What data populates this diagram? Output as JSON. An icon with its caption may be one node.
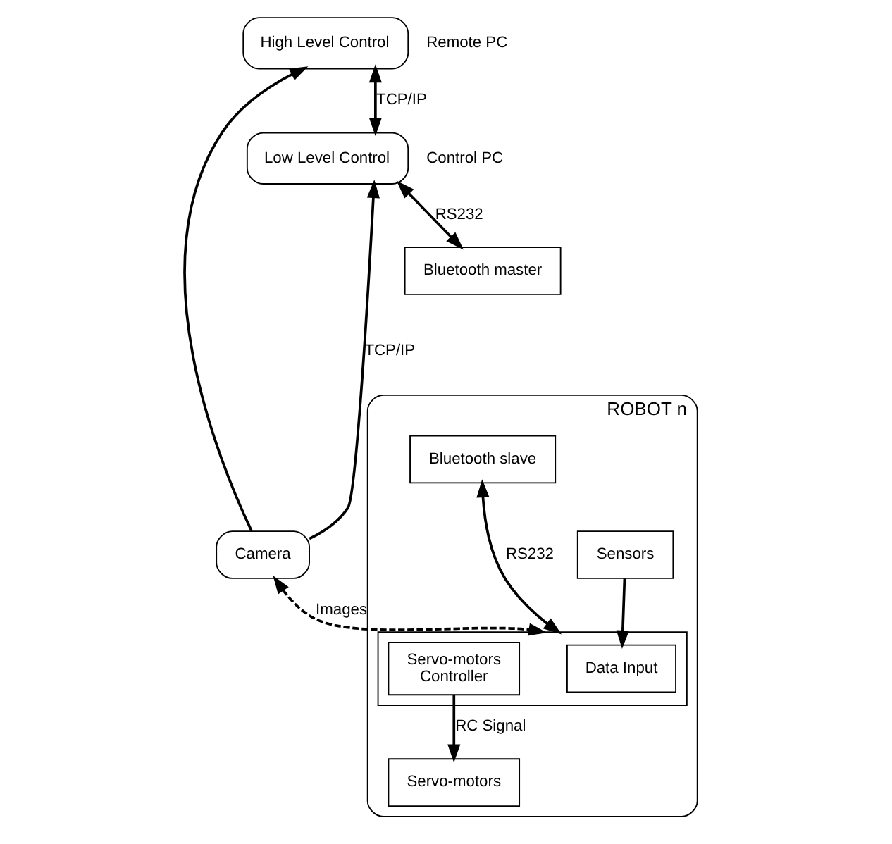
{
  "diagram": {
    "nodes": [
      {
        "text": [
          "High Level Control"
        ],
        "beside": [
          "Remote PC"
        ]
      },
      {
        "text": [
          "Low Level Control"
        ],
        "beside": [
          "Control PC"
        ]
      },
      {
        "text": [
          "Bluetooth master"
        ]
      },
      {
        "text": [
          "ROBOT n"
        ]
      },
      {
        "text": [
          "Bluetooth slave"
        ],
        "in": 3
      },
      {
        "text": [],
        "shape": "box",
        "in": 3
      },
      {
        "text": [
          "Data Input"
        ],
        "in": 5
      },
      {
        "text": [
          "Servo-motors",
          "Controller"
        ],
        "in": 5
      },
      {
        "text": [
          "Sensors"
        ],
        "in": 3
      },
      {
        "text": [
          "Servo-motors"
        ],
        "in": 3
      },
      {
        "text": [
          "Camera"
        ]
      }
    ],
    "edges": [
      {
        "from": 10,
        "to": 0,
        "arrow": "to"
      },
      {
        "from": 10,
        "to": 1,
        "arrow": "to",
        "label": "TCP/IP"
      },
      {
        "from": 0,
        "to": 1,
        "arrow": "both",
        "label": "TCP/IP"
      },
      {
        "from": 1,
        "to": 2,
        "arrow": "both",
        "label": "RS232"
      },
      {
        "from": 4,
        "to": 5,
        "arrow": "both",
        "label": "RS232"
      },
      {
        "from": 10,
        "to": 5,
        "arrow": "both",
        "label": "Images",
        "style": "dashed"
      },
      {
        "from": 8,
        "to": 6,
        "arrow": "to"
      },
      {
        "from": 7,
        "to": 9,
        "arrow": "to",
        "label": "RC Signal"
      }
    ]
  }
}
